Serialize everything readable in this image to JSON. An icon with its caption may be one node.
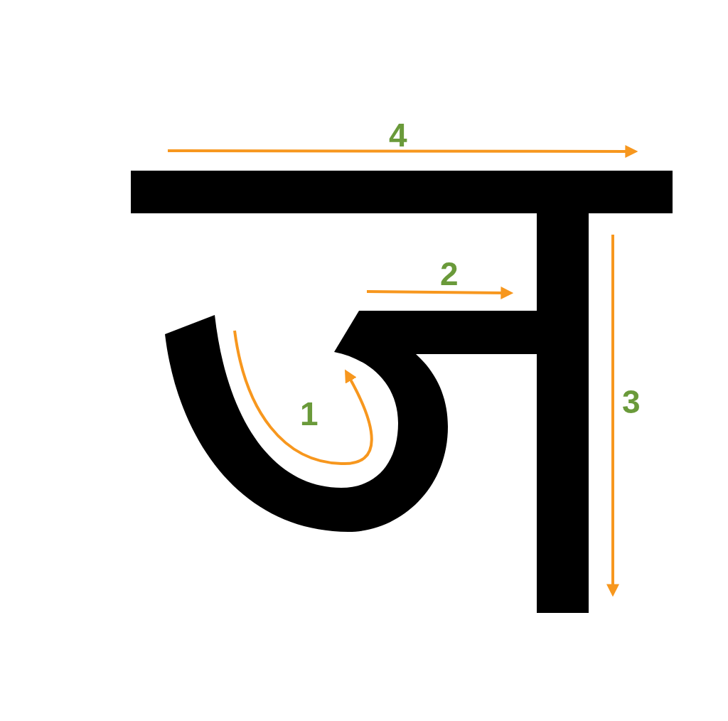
{
  "diagram": {
    "labels": [
      "4",
      "2",
      "3",
      "1"
    ]
  }
}
